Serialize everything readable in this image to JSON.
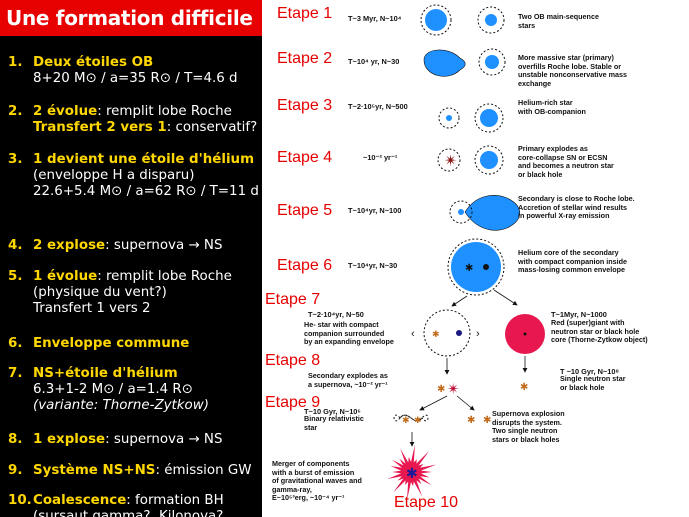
{
  "title": "Une formation difficile",
  "steps": [
    {
      "num": "1.",
      "head": "Deux étoiles OB",
      "rest": "",
      "lines": [
        "8+20 M⊙ / a=35 R⊙ / T=4.6 d"
      ]
    },
    {
      "num": "2.",
      "head": "2 évolue",
      "rest": ": remplit lobe Roche",
      "lines2": [
        {
          "b": "Transfert 2 vers 1",
          "t": ": conservatif?"
        }
      ]
    },
    {
      "num": "3.",
      "head": "1 devient une étoile d'hélium",
      "rest": "",
      "lines": [
        "(enveloppe H a disparu)",
        "22.6+5.4 M⊙ / a=62 R⊙ / T=11 d"
      ]
    },
    {
      "num": "4.",
      "head": "2 explose",
      "rest": ": supernova → NS",
      "lines": []
    },
    {
      "num": "5.",
      "head": "1 évolue",
      "rest": ": remplit lobe Roche",
      "lines": [
        "(physique du vent?)",
        "Transfert 1 vers 2"
      ]
    },
    {
      "num": "6.",
      "head": "Enveloppe commune",
      "rest": "",
      "lines": []
    },
    {
      "num": "7.",
      "head": "NS+étoile d'hélium",
      "rest": "",
      "lines": [
        "6.3+1-2 M⊙ / a=1.4 R⊙"
      ],
      "italic": "(variante: Thorne-Zytkow)"
    },
    {
      "num": "8.",
      "head": "1 explose",
      "rest": ": supernova → NS",
      "lines": []
    },
    {
      "num": "9.",
      "head": "Système NS+NS",
      "rest": ": émission GW",
      "lines": []
    },
    {
      "num": "10.",
      "head": "Coalescence",
      "rest": ":  formation BH",
      "lines": [
        "(sursaut gamma?, Kilonova?"
      ]
    }
  ],
  "etapes": [
    "Etape 1",
    "Etape 2",
    "Etape 3",
    "Etape 4",
    "Etape 5",
    "Etape 6",
    "Etape 7",
    "Etape 8",
    "Etape 9",
    "Etape 10"
  ],
  "timings": {
    "t1": "T~3 Myr, N~10⁴",
    "t2": "T~10⁴ yr, N~30",
    "t3": "T~2·10⁵yr, N~500",
    "t4": "~10⁻² yr⁻¹",
    "t5": "T~10⁴yr, N~100",
    "t6": "T~10⁴yr, N~30",
    "t7a": "T~2·10⁴yr, N~50",
    "t7b": "T~1Myr, N~1000",
    "t8b": "T ~10 Gyr, N~10⁸",
    "t9": "T~10 Gyr, N~10⁶"
  },
  "descriptions": {
    "d1": [
      "Two OB main-sequence",
      "stars"
    ],
    "d2": [
      "More massive star (primary)",
      "overfills Roche lobe. Stable or",
      "unstable nonconservative mass",
      "exchange"
    ],
    "d3": [
      "Helium-rich  star",
      "with OB-companion"
    ],
    "d4": [
      "Primary explodes as",
      "core-collapse SN or ECSN",
      "and becomes a neutron star",
      "or black hole"
    ],
    "d5": [
      "Secondary is close to Roche lobe.",
      "Accretion of stellar wind results",
      "in powerful X-ray emission"
    ],
    "d6": [
      "Helium core of the secondary",
      "with compact companion inside",
      "mass-losing common envelope"
    ],
    "d7a": [
      "He- star with compact",
      "companion surrounded",
      "by an expanding envelope"
    ],
    "d7b": [
      "Red (super)giant with",
      "neutron star or black hole",
      "core (Thorne-Zytkow object)"
    ],
    "d8a": [
      "Secondary explodes as",
      "a supernova, ~10⁻² yr⁻¹"
    ],
    "d8b": [
      "Single neutron star",
      "or black hole"
    ],
    "d9a": [
      "Binary relativistic",
      "star"
    ],
    "d9b": [
      "Supernova explosion",
      "disrupts the system.",
      "Two single neutron",
      "stars or black holes"
    ],
    "d10": [
      "Merger of components",
      "with a burst of emission",
      "of gravitational waves and",
      "gamma-ray,",
      "E~10⁵³erg,  ~10⁻⁴ yr⁻¹"
    ]
  },
  "colors": {
    "title_bg": "#e60000",
    "left_bg": "#000000",
    "accent": "#ffd700",
    "etape": "#e60000",
    "star_blue": "#1e90ff",
    "giant_red": "#e8174f"
  }
}
